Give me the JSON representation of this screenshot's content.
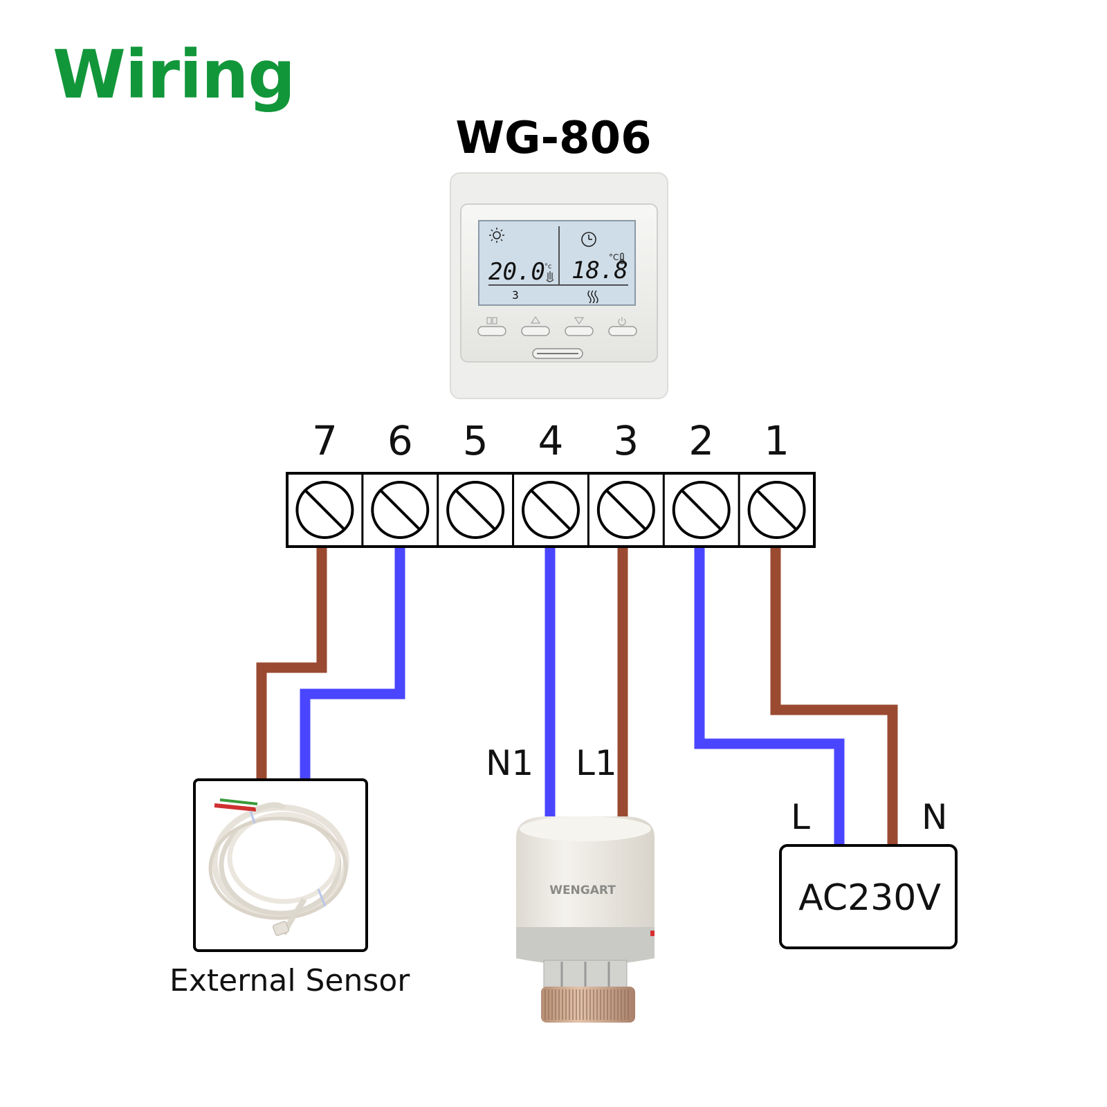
{
  "title": "Wiring",
  "model": "WG-806",
  "colors": {
    "title": "#12963a",
    "live_wire": "#9a4a30",
    "neutral_wire": "#4a46ff",
    "outline": "#000000"
  },
  "thermostat": {
    "display": {
      "set_temp": "20.0",
      "room_temp": "18.8",
      "program_number": "3",
      "icons": [
        "sun-icon",
        "clock-icon",
        "hand-icon",
        "heat-icon",
        "thermometer-icon"
      ]
    },
    "buttons": [
      "book-icon",
      "up-triangle-icon",
      "down-triangle-icon",
      "power-icon"
    ]
  },
  "terminals": [
    "7",
    "6",
    "5",
    "4",
    "3",
    "2",
    "1"
  ],
  "wire_labels": {
    "n1": "N1",
    "l1": "L1",
    "l": "L",
    "n": "N"
  },
  "sensor_caption": "External Sensor",
  "actuator_brand": "WENGART",
  "supply_label": "AC230V"
}
